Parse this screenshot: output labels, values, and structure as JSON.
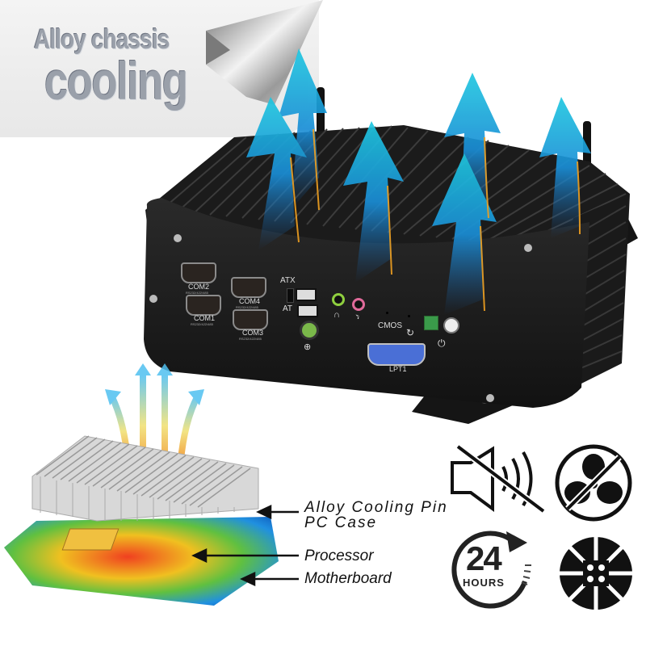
{
  "banner": {
    "title_line1": "Alloy chassis",
    "title_line2": "cooling"
  },
  "device": {
    "ports": {
      "com2": "COM2",
      "com1": "COM1",
      "com4": "COM4",
      "com3": "COM3",
      "com_sub": "RS232/422/485",
      "atx": "ATX",
      "at": "AT",
      "cmos": "CMOS",
      "lpt1": "LPT1"
    }
  },
  "diagram": {
    "labels": {
      "cooling_pin_line1": "Alloy Cooling Pin",
      "cooling_pin_line2": "PC Case",
      "processor": "Processor",
      "motherboard": "Motherboard"
    }
  },
  "features": {
    "icons": [
      "silent-icon",
      "fanless-icon",
      "24-hours-icon",
      "dustproof-icon"
    ],
    "hours_number": "24",
    "hours_label": "HOURS"
  },
  "colors": {
    "arrow_cyan": "#1fc4e0",
    "arrow_blue": "#1a7fd0",
    "chassis": "#1c1c1c",
    "title_gray": "#9aa0aa",
    "lpt_blue": "#4a6fd6",
    "audio_green": "#8fcf3f",
    "audio_pink": "#e06a9a"
  }
}
